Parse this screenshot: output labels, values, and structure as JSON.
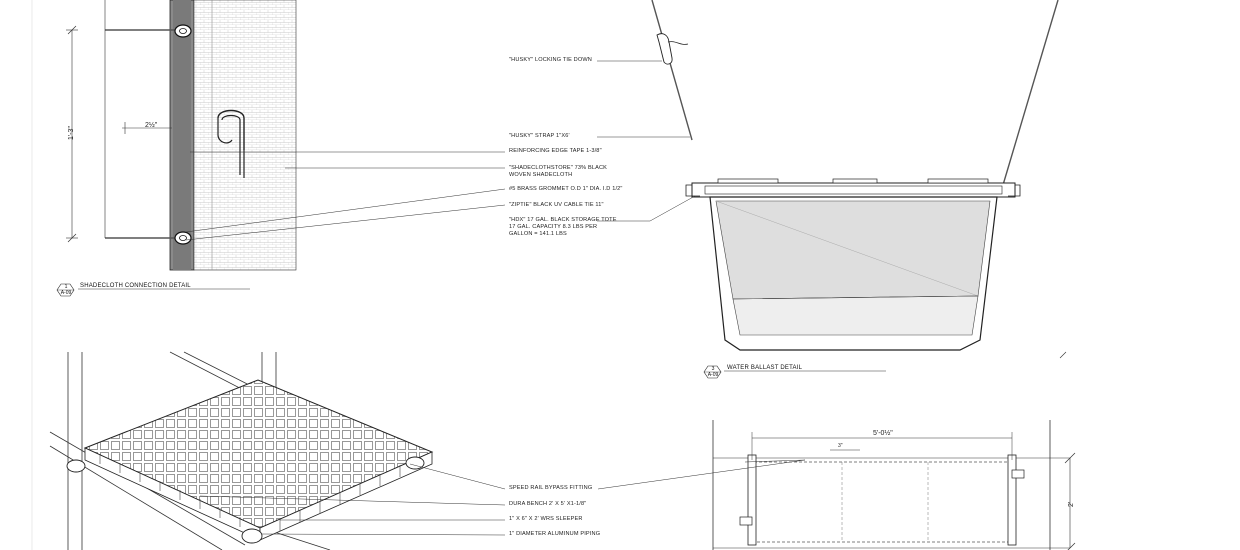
{
  "details": {
    "shadecloth": {
      "number": "1",
      "sheet": "A-09",
      "title": "SHADECLOTH CONNECTION DETAIL",
      "dim_height": "1'-3\"",
      "dim_offset": "2½\"",
      "notes": [
        "REINFORCING EDGE TAPE 1-3/8\"",
        "\"SHADECLOTHSTORE\" 73% BLACK",
        "WOVEN SHADECLOTH",
        "#5 BRASS GROMMET O.D 1\" DIA. I.D 1/2\"",
        "\"ZIPTIE\" BLACK UV CABLE TIE 11\""
      ]
    },
    "ballast": {
      "number": "3",
      "sheet": "A-09",
      "title": "WATER BALLAST DETAIL",
      "notes": [
        "\"HUSKY\" LOCKING TIE DOWN",
        "\"HUSKY\" STRAP 1\"X6'",
        "\"HDX\" 17 GAL. BLACK STORAGE TOTE",
        "17 GAL. CAPACITY 8.3 LBS PER",
        "GALLON = 141.1 LBS"
      ]
    },
    "bench": {
      "notes": [
        "SPEED RAIL BYPASS FITTING",
        "DURA BENCH 2' x 5' x1-1/8\"",
        "1\" x 6\" x 2' WRS SLEEPER",
        "1\" DIAMETER ALUMINUM PIPING"
      ],
      "dim_width": "5'-0½\"",
      "dim_small": "3\"",
      "dim_height": "2'"
    }
  }
}
